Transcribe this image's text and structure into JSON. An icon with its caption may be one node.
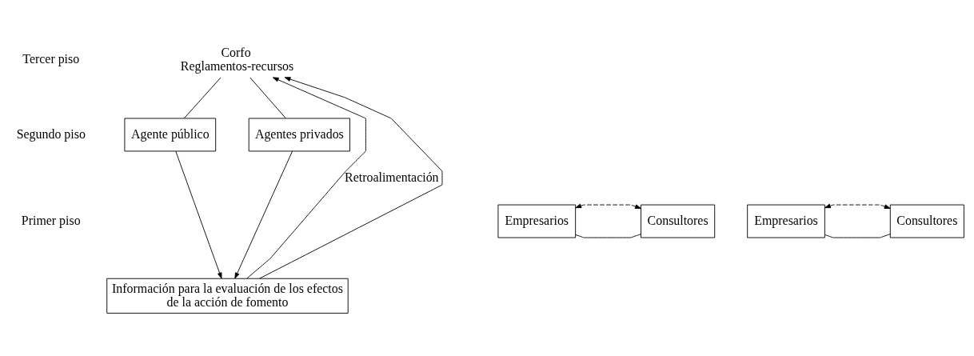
{
  "diagram": {
    "nodes": [
      {
        "text": [
          "Corfo",
          "Reglamentos-recursos"
        ]
      },
      {
        "text": [
          "Agente público"
        ]
      },
      {
        "text": [
          "Agentes privados"
        ]
      },
      {
        "text": [
          "Empresarios"
        ]
      },
      {
        "text": [
          "Consultores"
        ]
      },
      {
        "text": [
          "Empresarios"
        ]
      },
      {
        "text": [
          "Consultores"
        ]
      },
      {
        "text": [
          "Información para la evaluación de los efectos de la acción de fomento"
        ]
      }
    ],
    "edges": [
      {
        "from": 0,
        "to": 1,
        "arrow": "none"
      },
      {
        "from": 0,
        "to": 2,
        "arrow": "none"
      },
      {
        "from": 3,
        "to": 4,
        "arrow": "none"
      },
      {
        "from": 3,
        "to": 4,
        "arrow": "both",
        "style": "dashed"
      },
      {
        "from": 5,
        "to": 6,
        "arrow": "none"
      },
      {
        "from": 5,
        "to": 6,
        "arrow": "both",
        "style": "dashed"
      },
      {
        "from": 1,
        "to": 7,
        "arrow": "to"
      },
      {
        "from": 2,
        "to": 7,
        "arrow": "to"
      },
      {
        "from": 7,
        "to": 0,
        "arrow": "to",
        "label": "Retroalimentación"
      },
      {
        "from": 7,
        "to": 0,
        "arrow": "to"
      }
    ],
    "labels": [
      "Tercer piso",
      "Segundo piso",
      "Primer piso"
    ]
  }
}
